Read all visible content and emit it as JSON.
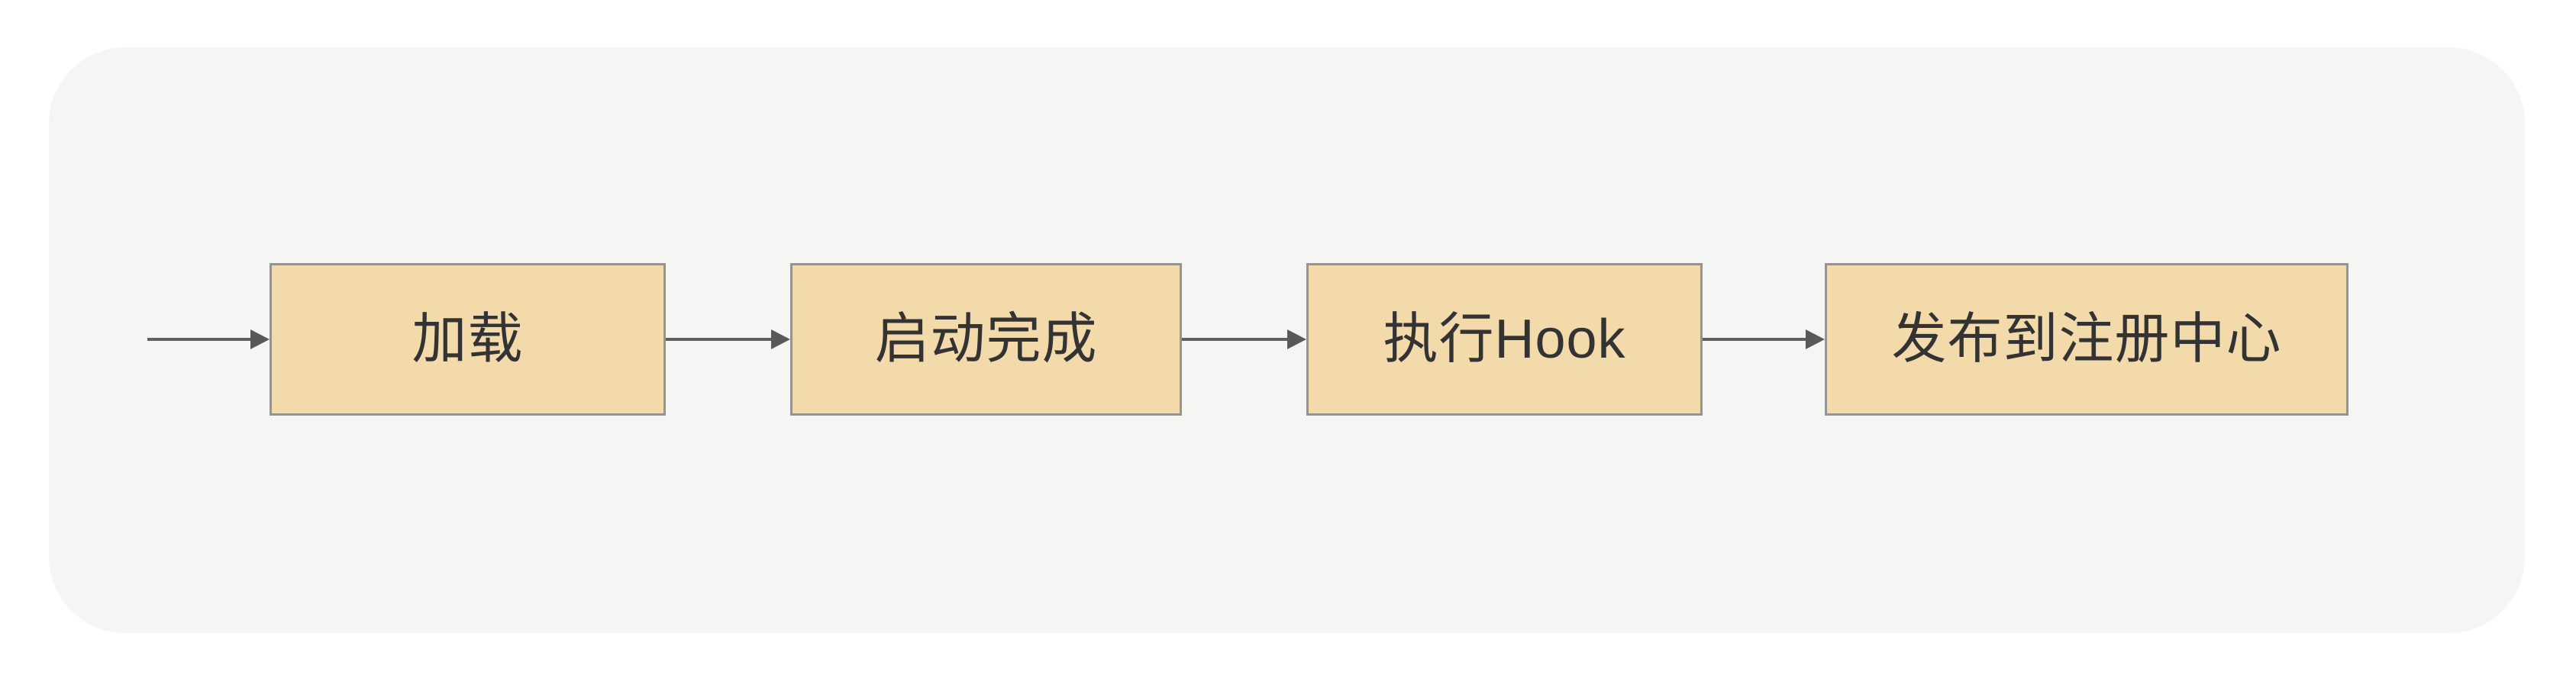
{
  "diagram": {
    "type": "flowchart",
    "direction": "left-to-right",
    "nodes": [
      {
        "id": "load",
        "label": "加载"
      },
      {
        "id": "startup-complete",
        "label": "启动完成"
      },
      {
        "id": "execute-hook",
        "label": "执行Hook"
      },
      {
        "id": "publish-to-registry",
        "label": "发布到注册中心"
      }
    ],
    "edges": [
      {
        "from": "start",
        "to": "load"
      },
      {
        "from": "load",
        "to": "startup-complete"
      },
      {
        "from": "startup-complete",
        "to": "execute-hook"
      },
      {
        "from": "execute-hook",
        "to": "publish-to-registry"
      }
    ],
    "colors": {
      "page_background": "#ffffff",
      "panel_background": "#f5f5f4",
      "node_fill": "#f3daaa",
      "node_border": "#949494",
      "arrow": "#5c5c5c",
      "text": "#333333"
    }
  }
}
